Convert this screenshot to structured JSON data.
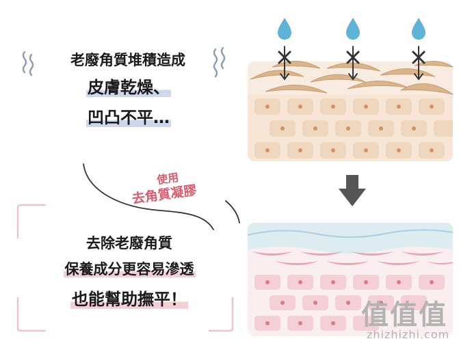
{
  "before": {
    "line1": "老廢角質堆積造成",
    "line2": "皮膚乾燥、",
    "line3": "凹凸不平…"
  },
  "callout": {
    "line1": "使用",
    "line2": "去角質凝膠"
  },
  "after": {
    "line1": "去除老廢角質",
    "line2": "保養成分更容易滲透",
    "line3": "也能幫助撫平！"
  },
  "watermark": {
    "logo": "值值值",
    "url": "zhizhizhi.com"
  },
  "icons": {
    "top_diagram": "rough-skin-layer-illustration",
    "arrow": "arrow-down-icon",
    "bottom_diagram": "smooth-skin-layer-illustration"
  },
  "colors": {
    "blue_highlight": "#cdd7ee",
    "pink_highlight": "#f4cfd5",
    "pink_text": "#d85d6e",
    "droplet": "#5fb3d6"
  }
}
